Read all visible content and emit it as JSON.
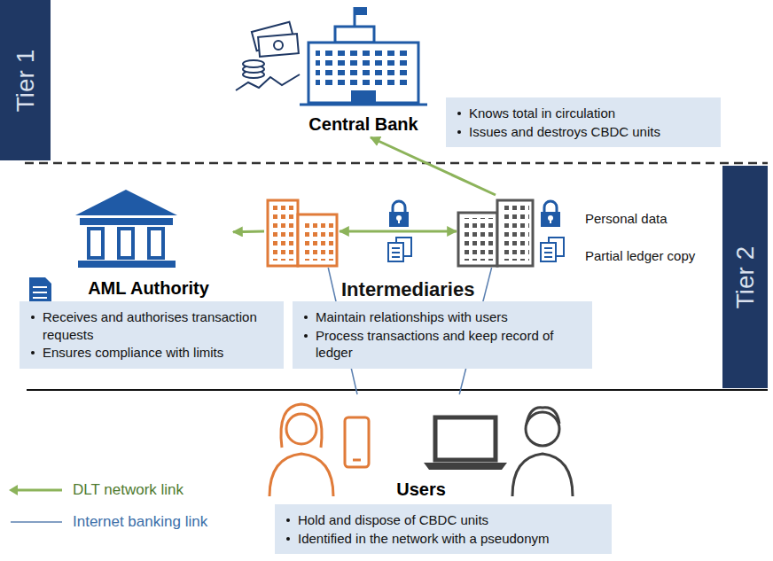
{
  "diagram": {
    "nodes": [
      {
        "text": [
          "Tier 1"
        ]
      },
      {
        "text": [
          "Central Bank"
        ]
      },
      {
        "text": [
          "Knows total in circulation",
          "Issues and destroys CBDC units"
        ]
      },
      {
        "text": [
          "AML Authority"
        ]
      },
      {
        "text": []
      },
      {
        "text": []
      },
      {
        "text": [
          "Tier 2"
        ]
      },
      {
        "text": [
          "Receives and authorises transaction requests",
          "Ensures compliance with limits"
        ]
      },
      {
        "text": [
          "Maintain relationships with users",
          "Process transactions and keep record of ledger"
        ]
      },
      {
        "text": [
          "Users"
        ]
      },
      {
        "text": [
          "Hold and dispose of CBDC units",
          "Identified in the network with a pseudonym"
        ]
      }
    ],
    "edges": [
      {
        "from": 5,
        "to": 1,
        "arrow": "to"
      },
      {
        "from": 4,
        "to": 5,
        "arrow": "both"
      },
      {
        "from": 4,
        "to": 3,
        "arrow": "to"
      },
      {
        "from": 9,
        "to": 4,
        "arrow": "none"
      },
      {
        "from": 9,
        "to": 5,
        "arrow": "none"
      }
    ],
    "labels": [
      "Intermediaries",
      "Personal data",
      "Partial ledger copy"
    ],
    "legend": [
      {
        "text": "DLT network link"
      },
      {
        "text": "Internet banking link"
      }
    ]
  }
}
